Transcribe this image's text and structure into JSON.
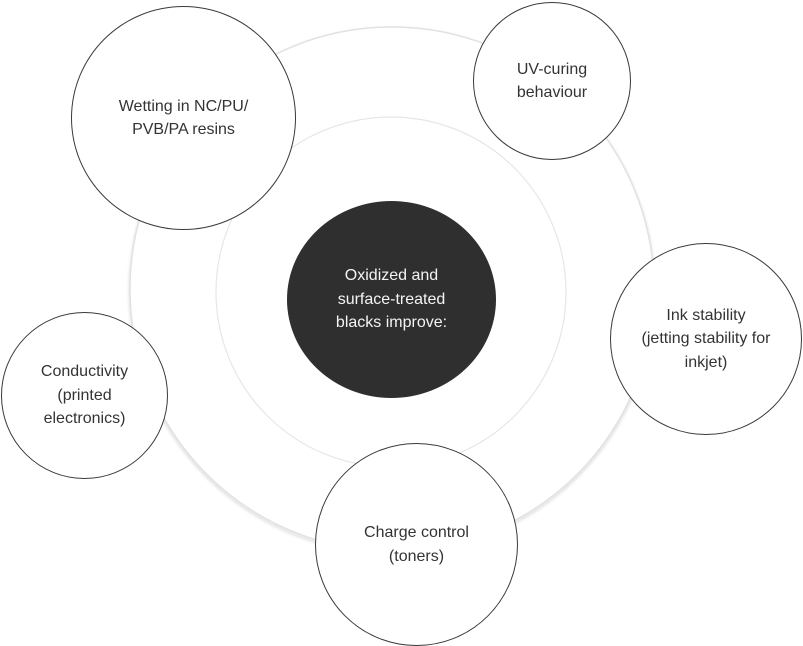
{
  "diagram": {
    "center": {
      "lines": [
        "Oxidized and",
        "surface-treated",
        "blacks improve:"
      ]
    },
    "nodes": [
      {
        "id": "wetting",
        "lines": [
          "Wetting in NC/PU/",
          "PVB/PA resins"
        ]
      },
      {
        "id": "uv",
        "lines": [
          "UV-curing",
          "behaviour"
        ]
      },
      {
        "id": "ink",
        "lines": [
          "Ink stability",
          "(jetting stability for",
          "inkjet)"
        ]
      },
      {
        "id": "charge",
        "lines": [
          "Charge control",
          "(toners)"
        ]
      },
      {
        "id": "conductivity",
        "lines": [
          "Conductivity",
          "(printed",
          "electronics)"
        ]
      }
    ],
    "colors": {
      "center_fill": "#2f2f2f",
      "center_text": "#f4f4f4",
      "node_border": "#3a3a3a",
      "ring_stroke": "#e4e4e4",
      "text": "#333333"
    }
  }
}
